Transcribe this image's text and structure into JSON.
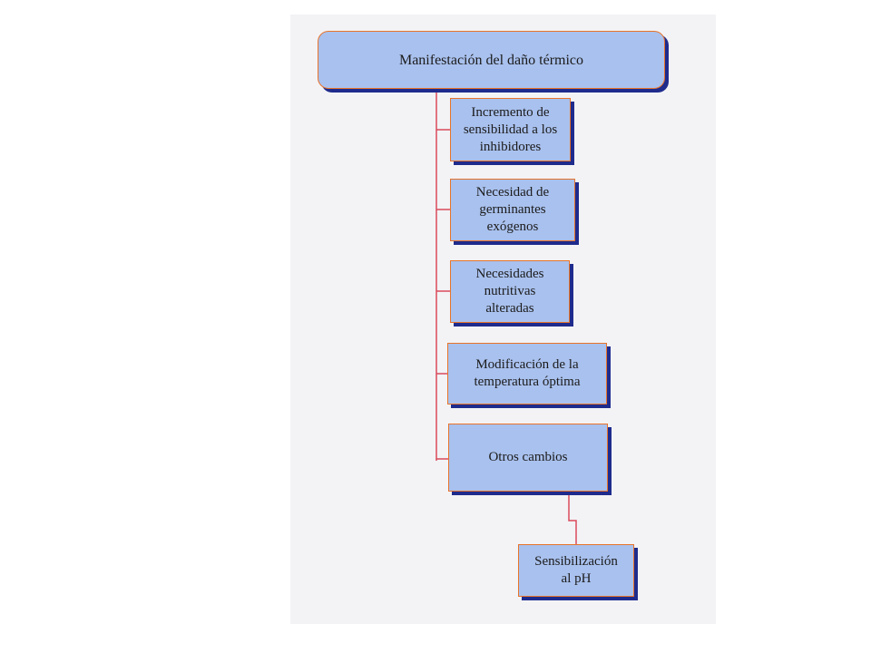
{
  "diagram": {
    "root": {
      "label": "Manifestación del daño térmico"
    },
    "children": [
      {
        "label": "Incremento de\nsensibilidad a los\ninhibidores"
      },
      {
        "label": "Necesidad de\ngerminantes\nexógenos"
      },
      {
        "label": "Necesidades\nnutritivas\nalteradas"
      },
      {
        "label": "Modificación de la\ntemperatura óptima"
      },
      {
        "label": "Otros cambios"
      }
    ],
    "grandchild": {
      "label": "Sensibilización\nal pH"
    }
  },
  "colors": {
    "box_fill": "#a9c1ee",
    "box_border": "#e8742a",
    "box_shadow": "#1e2b8c",
    "connector": "#d94a5a",
    "paper": "#f3f3f6"
  }
}
